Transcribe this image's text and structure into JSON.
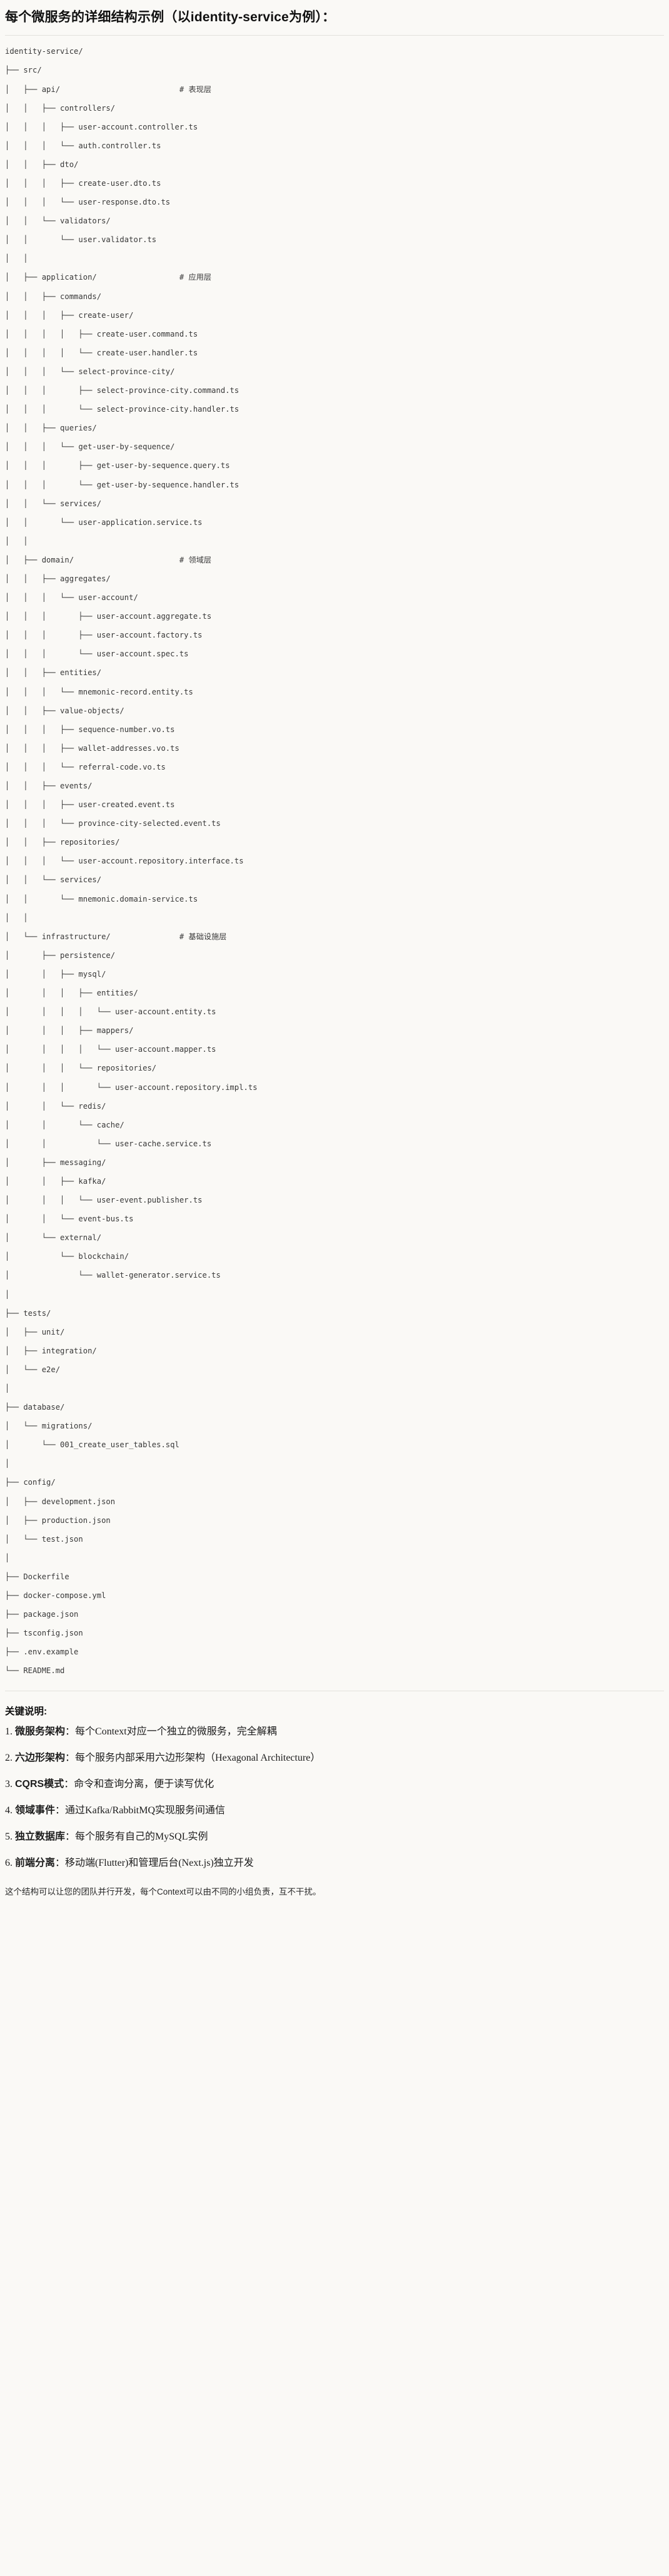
{
  "document": {
    "title": "每个微服务的详细结构示例（以identity-service为例）：",
    "tree_root": "identity-service/",
    "tree_lines": [
      "identity-service/",
      "├── src/",
      "│   ├── api/                          # 表现层",
      "│   │   ├── controllers/",
      "│   │   │   ├── user-account.controller.ts",
      "│   │   │   └── auth.controller.ts",
      "│   │   ├── dto/",
      "│   │   │   ├── create-user.dto.ts",
      "│   │   │   └── user-response.dto.ts",
      "│   │   └── validators/",
      "│   │       └── user.validator.ts",
      "│   │",
      "│   ├── application/                  # 应用层",
      "│   │   ├── commands/",
      "│   │   │   ├── create-user/",
      "│   │   │   │   ├── create-user.command.ts",
      "│   │   │   │   └── create-user.handler.ts",
      "│   │   │   └── select-province-city/",
      "│   │   │       ├── select-province-city.command.ts",
      "│   │   │       └── select-province-city.handler.ts",
      "│   │   ├── queries/",
      "│   │   │   └── get-user-by-sequence/",
      "│   │   │       ├── get-user-by-sequence.query.ts",
      "│   │   │       └── get-user-by-sequence.handler.ts",
      "│   │   └── services/",
      "│   │       └── user-application.service.ts",
      "│   │",
      "│   ├── domain/                       # 领域层",
      "│   │   ├── aggregates/",
      "│   │   │   └── user-account/",
      "│   │   │       ├── user-account.aggregate.ts",
      "│   │   │       ├── user-account.factory.ts",
      "│   │   │       └── user-account.spec.ts",
      "│   │   ├── entities/",
      "│   │   │   └── mnemonic-record.entity.ts",
      "│   │   ├── value-objects/",
      "│   │   │   ├── sequence-number.vo.ts",
      "│   │   │   ├── wallet-addresses.vo.ts",
      "│   │   │   └── referral-code.vo.ts",
      "│   │   ├── events/",
      "│   │   │   ├── user-created.event.ts",
      "│   │   │   └── province-city-selected.event.ts",
      "│   │   ├── repositories/",
      "│   │   │   └── user-account.repository.interface.ts",
      "│   │   └── services/",
      "│   │       └── mnemonic.domain-service.ts",
      "│   │",
      "│   └── infrastructure/               # 基础设施层",
      "│       ├── persistence/",
      "│       │   ├── mysql/",
      "│       │   │   ├── entities/",
      "│       │   │   │   └── user-account.entity.ts",
      "│       │   │   ├── mappers/",
      "│       │   │   │   └── user-account.mapper.ts",
      "│       │   │   └── repositories/",
      "│       │   │       └── user-account.repository.impl.ts",
      "│       │   └── redis/",
      "│       │       └── cache/",
      "│       │           └── user-cache.service.ts",
      "│       ├── messaging/",
      "│       │   ├── kafka/",
      "│       │   │   └── user-event.publisher.ts",
      "│       │   └── event-bus.ts",
      "│       └── external/",
      "│           └── blockchain/",
      "│               └── wallet-generator.service.ts",
      "│",
      "├── tests/",
      "│   ├── unit/",
      "│   ├── integration/",
      "│   └── e2e/",
      "│",
      "├── database/",
      "│   └── migrations/",
      "│       └── 001_create_user_tables.sql",
      "│",
      "├── config/",
      "│   ├── development.json",
      "│   ├── production.json",
      "│   └── test.json",
      "│",
      "├── Dockerfile",
      "├── docker-compose.yml",
      "├── package.json",
      "├── tsconfig.json",
      "├── .env.example",
      "└── README.md"
    ],
    "keys_title": "关键说明:",
    "keys": [
      {
        "num": "1.",
        "term": "微服务架构",
        "sep": "：",
        "desc": "每个Context对应一个独立的微服务，完全解耦"
      },
      {
        "num": "2.",
        "term": "六边形架构",
        "sep": "：",
        "desc": "每个服务内部采用六边形架构（Hexagonal Architecture）"
      },
      {
        "num": "3.",
        "term": "CQRS模式",
        "sep": "：",
        "desc": "命令和查询分离，便于读写优化"
      },
      {
        "num": "4.",
        "term": "领域事件",
        "sep": "：",
        "desc": "通过Kafka/RabbitMQ实现服务间通信"
      },
      {
        "num": "5.",
        "term": "独立数据库",
        "sep": "：",
        "desc": "每个服务有自己的MySQL实例"
      },
      {
        "num": "6.",
        "term": "前端分离",
        "sep": "：",
        "desc": "移动端(Flutter)和管理后台(Next.js)独立开发"
      }
    ],
    "footer_note": "这个结构可以让您的团队并行开发，每个Context可以由不同的小组负责，互不干扰。"
  },
  "colors": {
    "background": "#faf9f6",
    "text": "#1c1c1c",
    "code_text": "#383838",
    "divider": "#e3e1dc"
  }
}
